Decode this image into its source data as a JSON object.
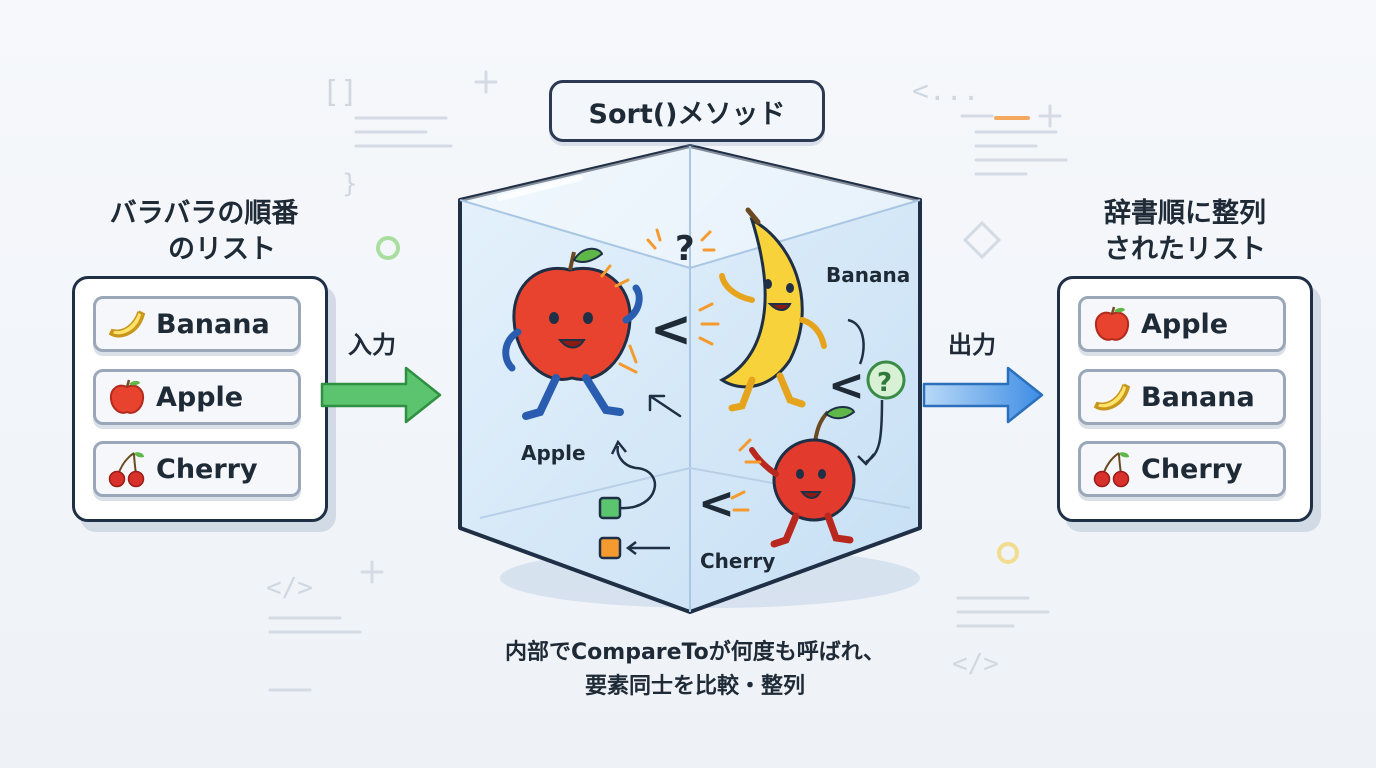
{
  "title": "Sort()メソッド",
  "left": {
    "heading_lines": [
      "バラバラの順番",
      "のリスト"
    ],
    "items": [
      {
        "label": "Banana",
        "icon": "banana-icon"
      },
      {
        "label": "Apple",
        "icon": "apple-icon"
      },
      {
        "label": "Cherry",
        "icon": "cherry-icon"
      }
    ]
  },
  "right": {
    "heading_lines": [
      "辞書順に整列",
      "されたリスト"
    ],
    "items": [
      {
        "label": "Apple",
        "icon": "apple-icon"
      },
      {
        "label": "Banana",
        "icon": "banana-icon"
      },
      {
        "label": "Cherry",
        "icon": "cherry-icon"
      }
    ]
  },
  "flow": {
    "input_label": "入力",
    "output_label": "出力"
  },
  "cube": {
    "characters": {
      "apple": "Apple",
      "banana": "Banana",
      "cherry": "Cherry"
    }
  },
  "caption_lines": [
    "内部でCompareToが何度も呼ばれ、",
    "要素同士を比較・整列"
  ],
  "colors": {
    "input_arrow": "#5cc46e",
    "output_arrow": "#4a9be8",
    "cube": "#cfe4f7",
    "outline": "#1f2f45"
  }
}
